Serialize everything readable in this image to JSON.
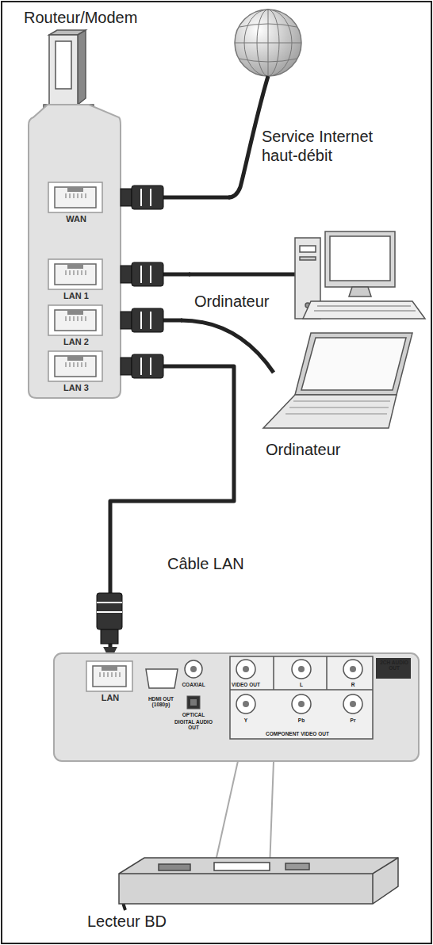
{
  "diagram": {
    "nodes": [
      {
        "text": [
          "Routeur/Modem"
        ]
      },
      {
        "text": [
          "WAN"
        ],
        "in": 0
      },
      {
        "text": [
          "LAN 1"
        ],
        "in": 0
      },
      {
        "text": [
          "LAN 2"
        ],
        "in": 0
      },
      {
        "text": [
          "LAN 3"
        ],
        "in": 0
      },
      {
        "text": [
          "Service Internet haut-débit"
        ]
      },
      {
        "text": [
          "Ordinateur"
        ]
      },
      {
        "text": [
          "Ordinateur"
        ]
      },
      {
        "text": [
          "Lecteur BD"
        ]
      },
      {
        "text": [
          "LAN"
        ],
        "in": 8
      }
    ],
    "edges": [
      {
        "from": 5,
        "to": 1,
        "arrow": "to"
      },
      {
        "from": 6,
        "to": 2,
        "arrow": "to"
      },
      {
        "from": 7,
        "to": 3,
        "arrow": "to"
      },
      {
        "from": 4,
        "to": 9,
        "label": "Câble LAN",
        "arrow": "both"
      }
    ],
    "labels": [
      "HDMI OUT (1080p)",
      "COAXIAL",
      "OPTICAL",
      "DIGITAL AUDIO OUT",
      "VIDEO OUT",
      "L",
      "R",
      "2CH AUDIO OUT",
      "Y",
      "Pb",
      "Pr",
      "COMPONENT VIDEO OUT"
    ]
  }
}
